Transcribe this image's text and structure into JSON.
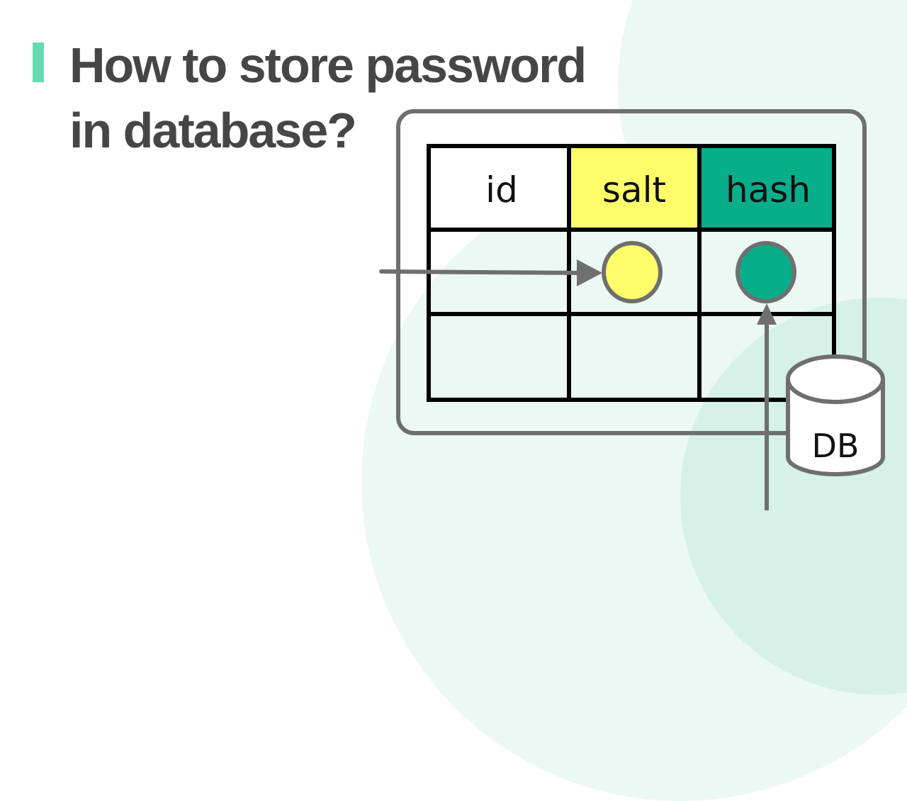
{
  "title": {
    "line1": "How to store password",
    "line2": "in database?"
  },
  "table": {
    "columns": [
      "id",
      "salt",
      "hash"
    ],
    "rows": [
      [
        "",
        "salt-value-circle",
        "hash-value-circle"
      ],
      [
        "",
        "",
        ""
      ]
    ]
  },
  "database": {
    "label": "DB"
  },
  "colors": {
    "accent": "#66dbb2",
    "salt": "#fffd6a",
    "hash": "#08ad8a",
    "stroke": "#6f6f6f",
    "title_text": "#464646"
  }
}
